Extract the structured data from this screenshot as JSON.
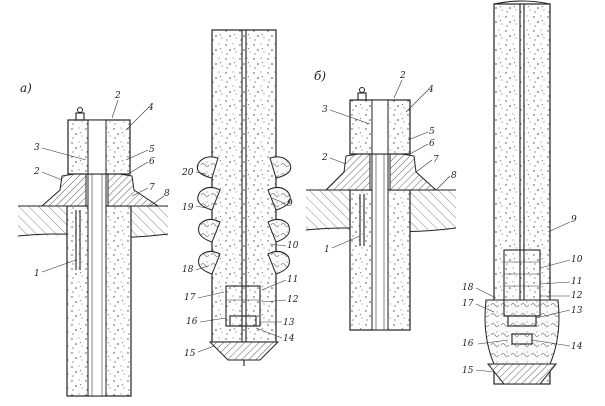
{
  "figure": {
    "captions": {
      "a": "а)",
      "b": "б)"
    },
    "fig_a_labels": [
      "2",
      "4",
      "3",
      "5",
      "6",
      "2",
      "7",
      "8",
      "1"
    ],
    "fig_a_deep_labels": [
      "20",
      "19",
      "9",
      "10",
      "18",
      "11",
      "17",
      "12",
      "16",
      "13",
      "14",
      "15"
    ],
    "fig_b_labels": [
      "2",
      "4",
      "3",
      "5",
      "6",
      "2",
      "7",
      "8",
      "1"
    ],
    "fig_b_deep_labels": [
      "9",
      "10",
      "18",
      "11",
      "17",
      "12",
      "13",
      "16",
      "14",
      "15"
    ]
  }
}
